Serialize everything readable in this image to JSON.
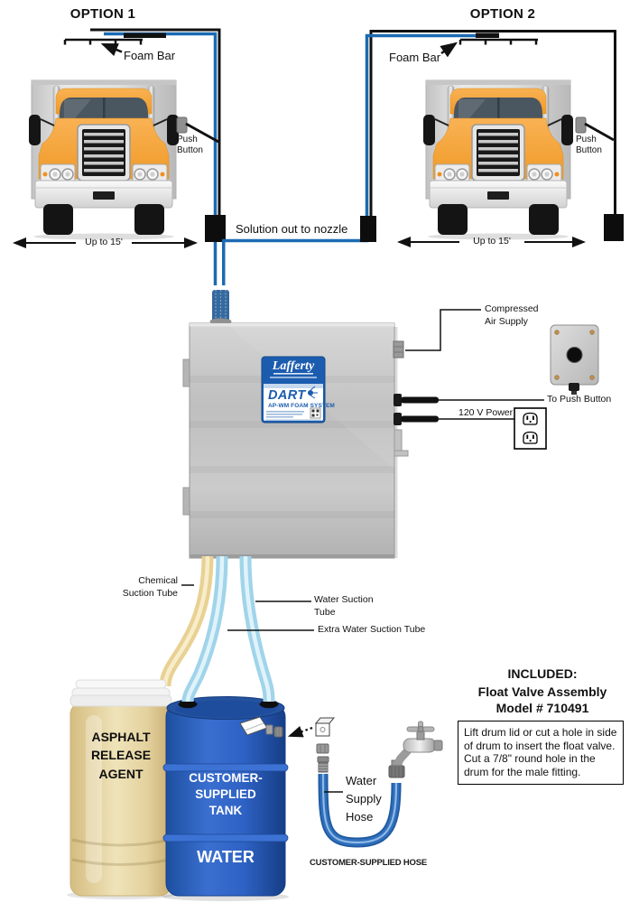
{
  "options": {
    "option1": {
      "title": "OPTION 1",
      "foam_bar": "Foam Bar",
      "push_button_l1": "Push",
      "push_button_l2": "Button",
      "width": "Up to 15'"
    },
    "option2": {
      "title": "OPTION 2",
      "foam_bar": "Foam Bar",
      "push_button_l1": "Push",
      "push_button_l2": "Button",
      "width": "Up to 15'"
    }
  },
  "solution_label": "Solution out to nozzle",
  "unit_label": {
    "brand": "Lafferty",
    "product": "DART",
    "system": "AP-WM FOAM SYSTEM"
  },
  "connections": {
    "air_l1": "Compressed",
    "air_l2": "Air Supply",
    "push_button": "To Push Button",
    "power": "120 V Power"
  },
  "suction_tubes": {
    "chemical_l1": "Chemical",
    "chemical_l2": "Suction Tube",
    "water_l1": "Water Suction",
    "water_l2": "Tube",
    "extra": "Extra Water Suction Tube"
  },
  "chemical_container": {
    "l1": "ASPHALT",
    "l2": "RELEASE",
    "l3": "AGENT"
  },
  "water_tank": {
    "l1": "CUSTOMER-",
    "l2": "SUPPLIED",
    "l3": "TANK",
    "content": "WATER"
  },
  "included": {
    "heading": "INCLUDED:",
    "item": "Float Valve Assembly",
    "model": "Model # 710491",
    "note": "Lift drum lid or cut a hole in side of drum to insert the float valve. Cut a 7/8\" round hole in the drum for the male fitting."
  },
  "hose": {
    "l1": "Water",
    "l2": "Supply",
    "l3": "Hose",
    "customer": "CUSTOMER-SUPPLIED HOSE"
  },
  "colors": {
    "line_blue": "#1c6ab2",
    "label_blue": "#1b5caf",
    "drum_blue": "#2b5fc0",
    "chemical_yellow": "#ecd79d",
    "tube_light_blue": "#a8d8ec",
    "truck_orange": "#f6a63f",
    "hose_blue": "#2a6cb8",
    "steel_gray": "#c4c4c4"
  }
}
